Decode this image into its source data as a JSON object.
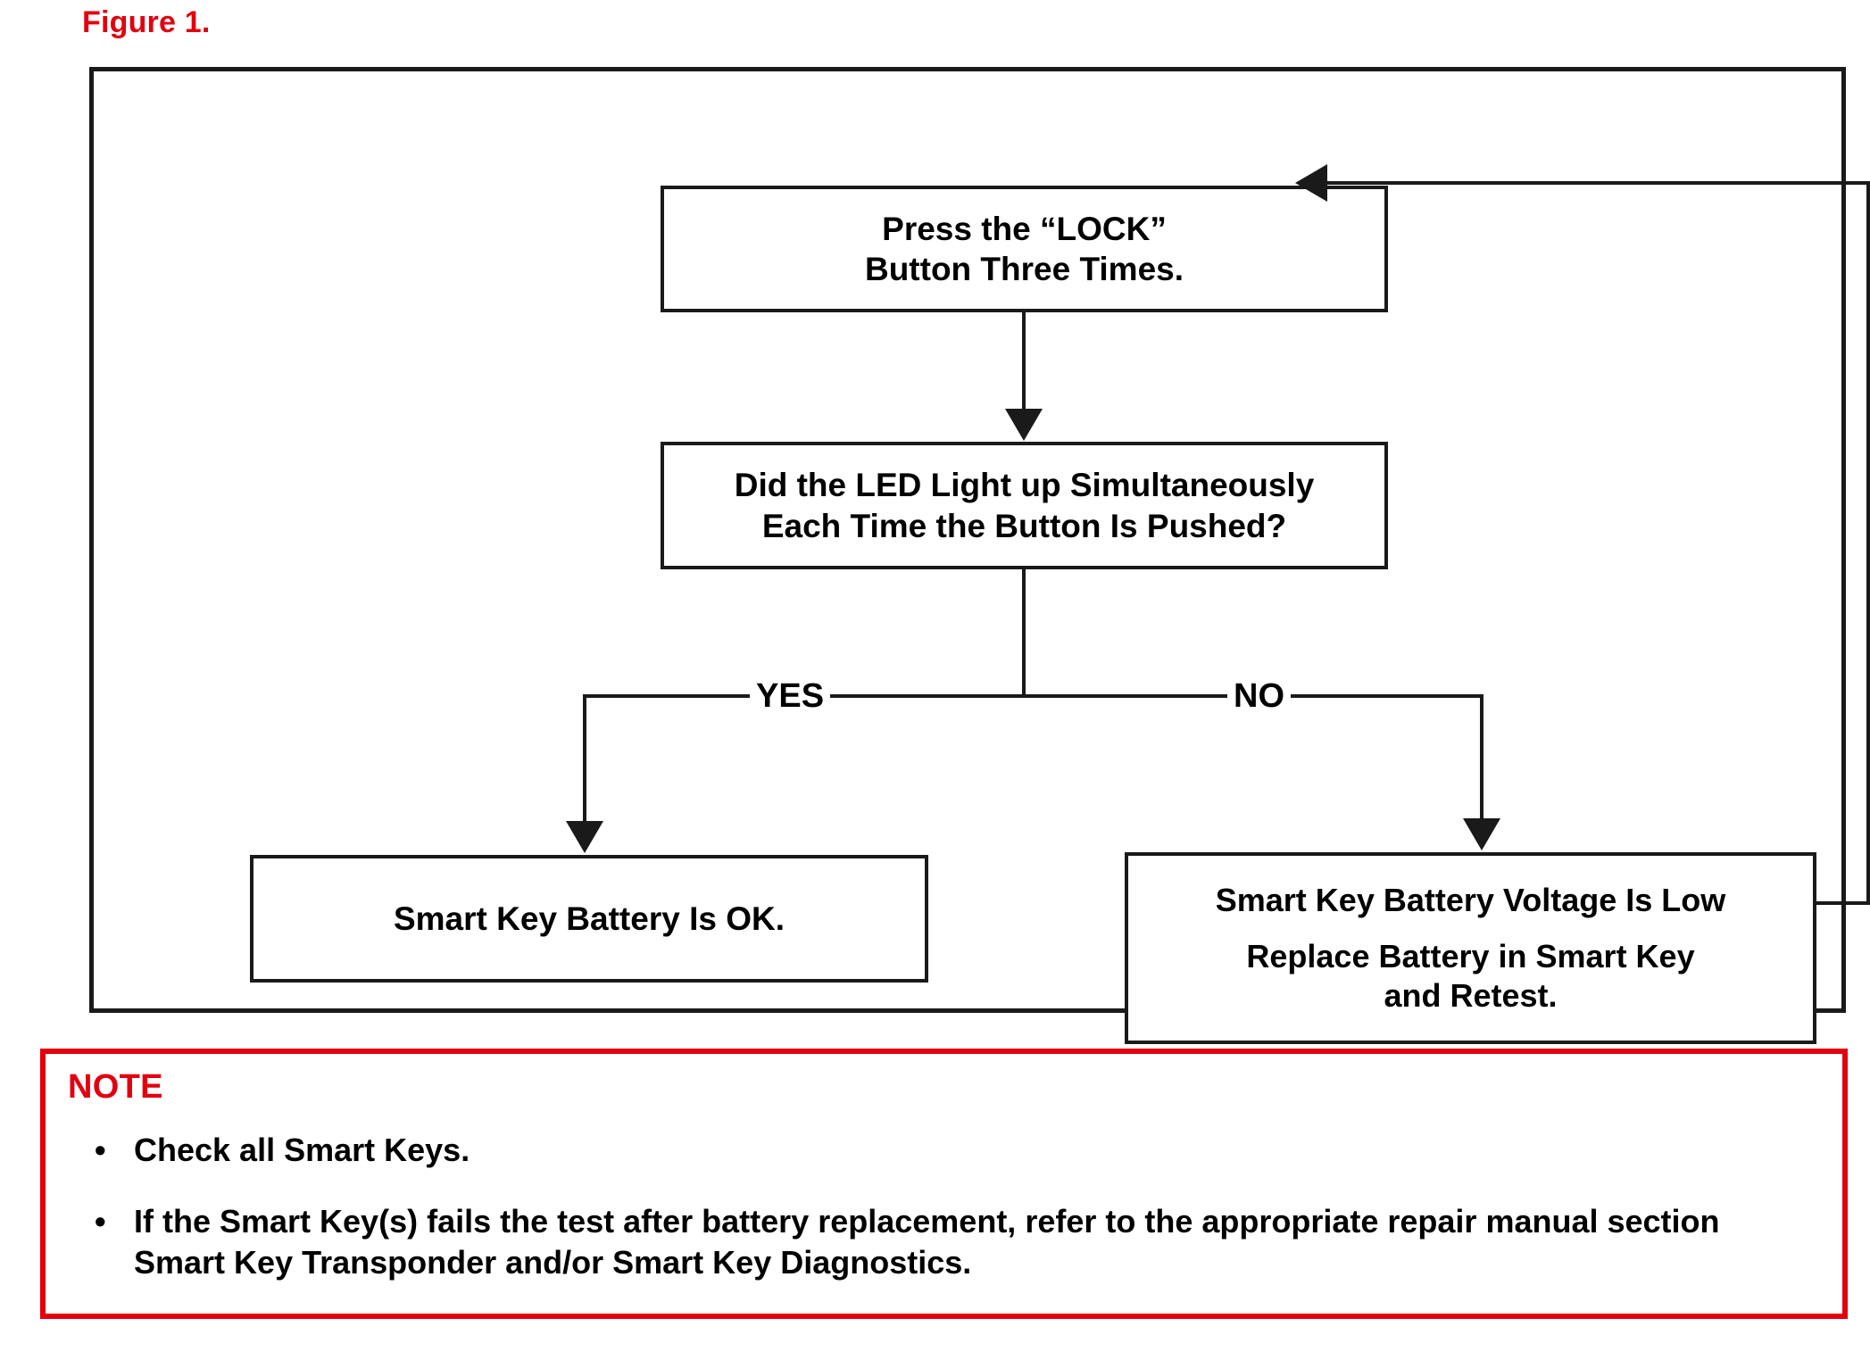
{
  "figure": {
    "caption": "Figure 1.",
    "caption_color": "#e2000f"
  },
  "flowchart": {
    "boxes": [
      {
        "id": "press-lock",
        "lines": [
          "Press the “LOCK”",
          "Button Three Times."
        ]
      },
      {
        "id": "led-question",
        "lines": [
          "Did the LED Light up Simultaneously",
          "Each Time the Button Is Pushed?"
        ]
      },
      {
        "id": "battery-ok",
        "lines": [
          "Smart Key Battery Is OK."
        ]
      },
      {
        "id": "battery-low",
        "lines": [
          "Smart Key Battery Voltage Is Low",
          "Replace Battery in Smart Key",
          "and Retest."
        ]
      }
    ],
    "branches": {
      "yes_label": "YES",
      "no_label": "NO"
    },
    "line_color": "#1a1a1a"
  },
  "note": {
    "title": "NOTE",
    "title_color": "#e2000f",
    "border_color": "#e2000f",
    "bullet_glyph": "•",
    "items": [
      "Check all Smart Keys.",
      "If the Smart Key(s) fails the test after battery replacement, refer to the appropriate repair manual section Smart Key Transponder and/or Smart Key Diagnostics."
    ]
  }
}
